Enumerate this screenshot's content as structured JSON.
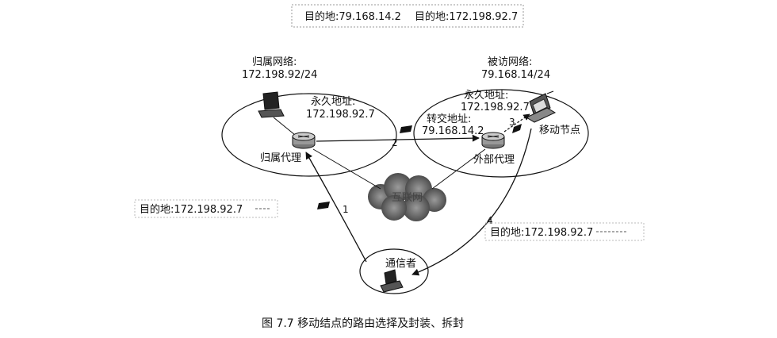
{
  "header": {
    "dest1": "目的地:79.168.14.2",
    "dest2": "目的地:172.198.92.7"
  },
  "home_network": {
    "title": "归属网络:",
    "subnet": "172.198.92/24",
    "perm_addr_label": "永久地址:",
    "perm_addr": "172.198.92.7",
    "agent_label": "归属代理"
  },
  "visited_network": {
    "title": "被访网络:",
    "subnet": "79.168.14/24",
    "perm_addr_label": "永久地址:",
    "perm_addr": "172.198.92.7",
    "coa_label": "转交地址:",
    "coa": "79.168.14.2",
    "agent_label": "外部代理",
    "mobile_node_label": "移动节点"
  },
  "internet_label": "互联网",
  "correspondent_label": "通信者",
  "dest_left": "目的地:172.198.92.7",
  "dest_right": "目的地:172.198.92.7",
  "steps": [
    "1",
    "2",
    "3",
    "4"
  ],
  "caption": "图 7.7   移动结点的路由选择及封装、拆封"
}
